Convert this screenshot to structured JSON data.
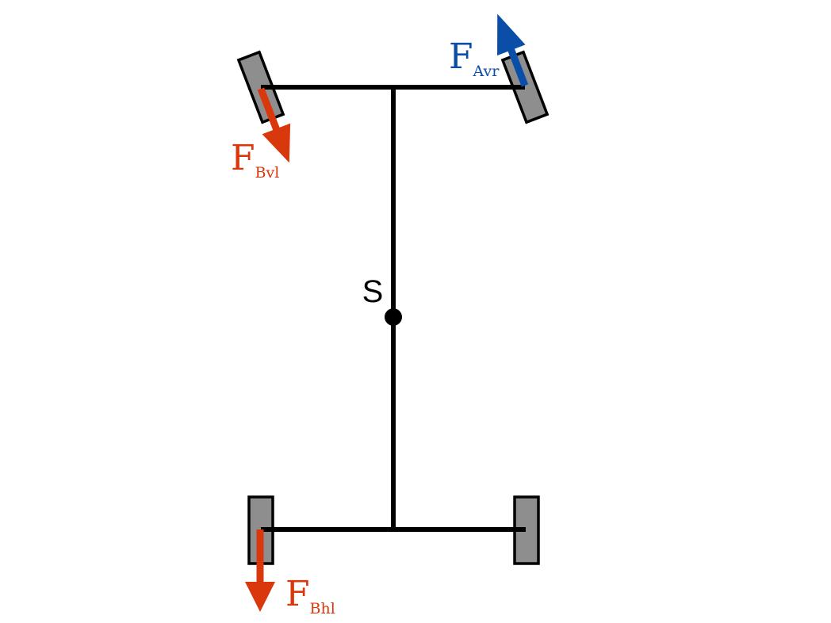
{
  "diagram": {
    "title": "Vehicle top view with tire forces",
    "center_label": "S",
    "colors": {
      "frame": "#000000",
      "wheel_fill": "#8e8e8e",
      "wheel_stroke": "#000000",
      "brake_force": "#d9380d",
      "lateral_force": "#0b4ea8",
      "background": "#ffffff"
    },
    "wheels": [
      {
        "id": "front-left",
        "steered": true
      },
      {
        "id": "front-right",
        "steered": true
      },
      {
        "id": "rear-left",
        "steered": false
      },
      {
        "id": "rear-right",
        "steered": false
      }
    ],
    "forces": [
      {
        "id": "F_Bvl",
        "main": "F",
        "sub": "Bvl",
        "wheel": "front-left",
        "kind": "brake",
        "direction": "backward"
      },
      {
        "id": "F_Avr",
        "main": "F",
        "sub": "Avr",
        "wheel": "front-right",
        "kind": "lateral",
        "direction": "forward"
      },
      {
        "id": "F_Bhl",
        "main": "F",
        "sub": "Bhl",
        "wheel": "rear-left",
        "kind": "brake",
        "direction": "backward"
      }
    ]
  }
}
